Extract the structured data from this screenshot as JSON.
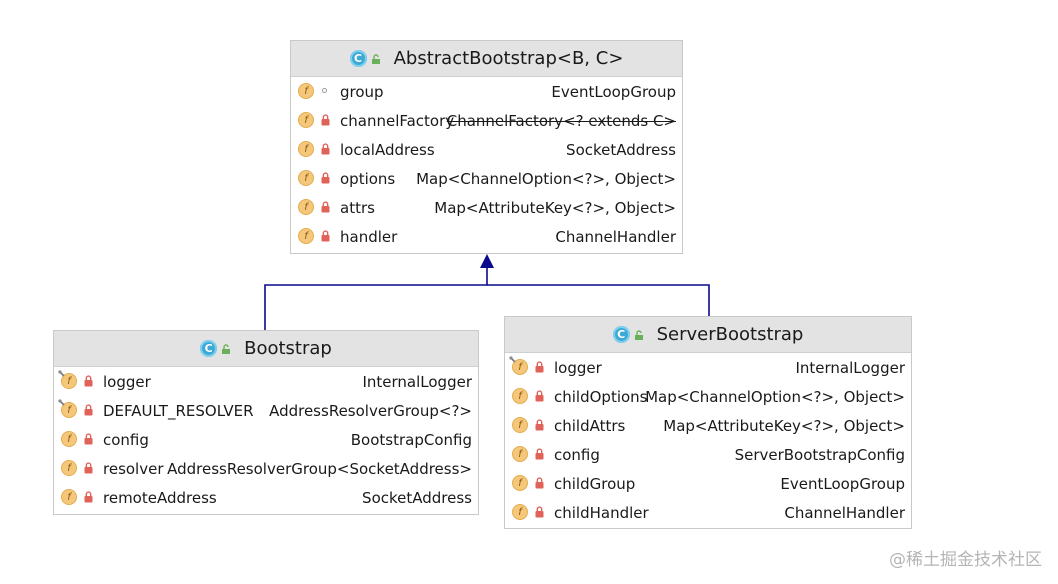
{
  "classes": [
    {
      "name": "AbstractBootstrap<B, C>",
      "fields": [
        {
          "name": "group",
          "type": "EventLoopGroup",
          "visibility": "package",
          "static": false,
          "deprecated": false
        },
        {
          "name": "channelFactory",
          "type": "ChannelFactory<? extends C>",
          "visibility": "private",
          "static": false,
          "deprecated": true
        },
        {
          "name": "localAddress",
          "type": "SocketAddress",
          "visibility": "private",
          "static": false,
          "deprecated": false
        },
        {
          "name": "options",
          "type": "Map<ChannelOption<?>, Object>",
          "visibility": "private",
          "static": false,
          "deprecated": false
        },
        {
          "name": "attrs",
          "type": "Map<AttributeKey<?>, Object>",
          "visibility": "private",
          "static": false,
          "deprecated": false
        },
        {
          "name": "handler",
          "type": "ChannelHandler",
          "visibility": "private",
          "static": false,
          "deprecated": false
        }
      ]
    },
    {
      "name": "Bootstrap",
      "fields": [
        {
          "name": "logger",
          "type": "InternalLogger",
          "visibility": "private",
          "static": true,
          "deprecated": false
        },
        {
          "name": "DEFAULT_RESOLVER",
          "type": "AddressResolverGroup<?>",
          "visibility": "private",
          "static": true,
          "deprecated": false
        },
        {
          "name": "config",
          "type": "BootstrapConfig",
          "visibility": "private",
          "static": false,
          "deprecated": false
        },
        {
          "name": "resolver",
          "type": "AddressResolverGroup<SocketAddress>",
          "visibility": "private",
          "static": false,
          "deprecated": false
        },
        {
          "name": "remoteAddress",
          "type": "SocketAddress",
          "visibility": "private",
          "static": false,
          "deprecated": false
        }
      ]
    },
    {
      "name": "ServerBootstrap",
      "fields": [
        {
          "name": "logger",
          "type": "InternalLogger",
          "visibility": "private",
          "static": true,
          "deprecated": false
        },
        {
          "name": "childOptions",
          "type": "Map<ChannelOption<?>, Object>",
          "visibility": "private",
          "static": false,
          "deprecated": false
        },
        {
          "name": "childAttrs",
          "type": "Map<AttributeKey<?>, Object>",
          "visibility": "private",
          "static": false,
          "deprecated": false
        },
        {
          "name": "config",
          "type": "ServerBootstrapConfig",
          "visibility": "private",
          "static": false,
          "deprecated": false
        },
        {
          "name": "childGroup",
          "type": "EventLoopGroup",
          "visibility": "private",
          "static": false,
          "deprecated": false
        },
        {
          "name": "childHandler",
          "type": "ChannelHandler",
          "visibility": "private",
          "static": false,
          "deprecated": false
        }
      ]
    }
  ],
  "class_icon_letter": "C",
  "field_icon_letter": "f",
  "colors": {
    "connector": "#0a0a8c",
    "lock": "#e0635a",
    "field_icon": "#f5c77a",
    "class_icon": "#3fa9d6",
    "header_bg": "#e3e3e3"
  },
  "watermark": "@稀土掘金技术社区"
}
